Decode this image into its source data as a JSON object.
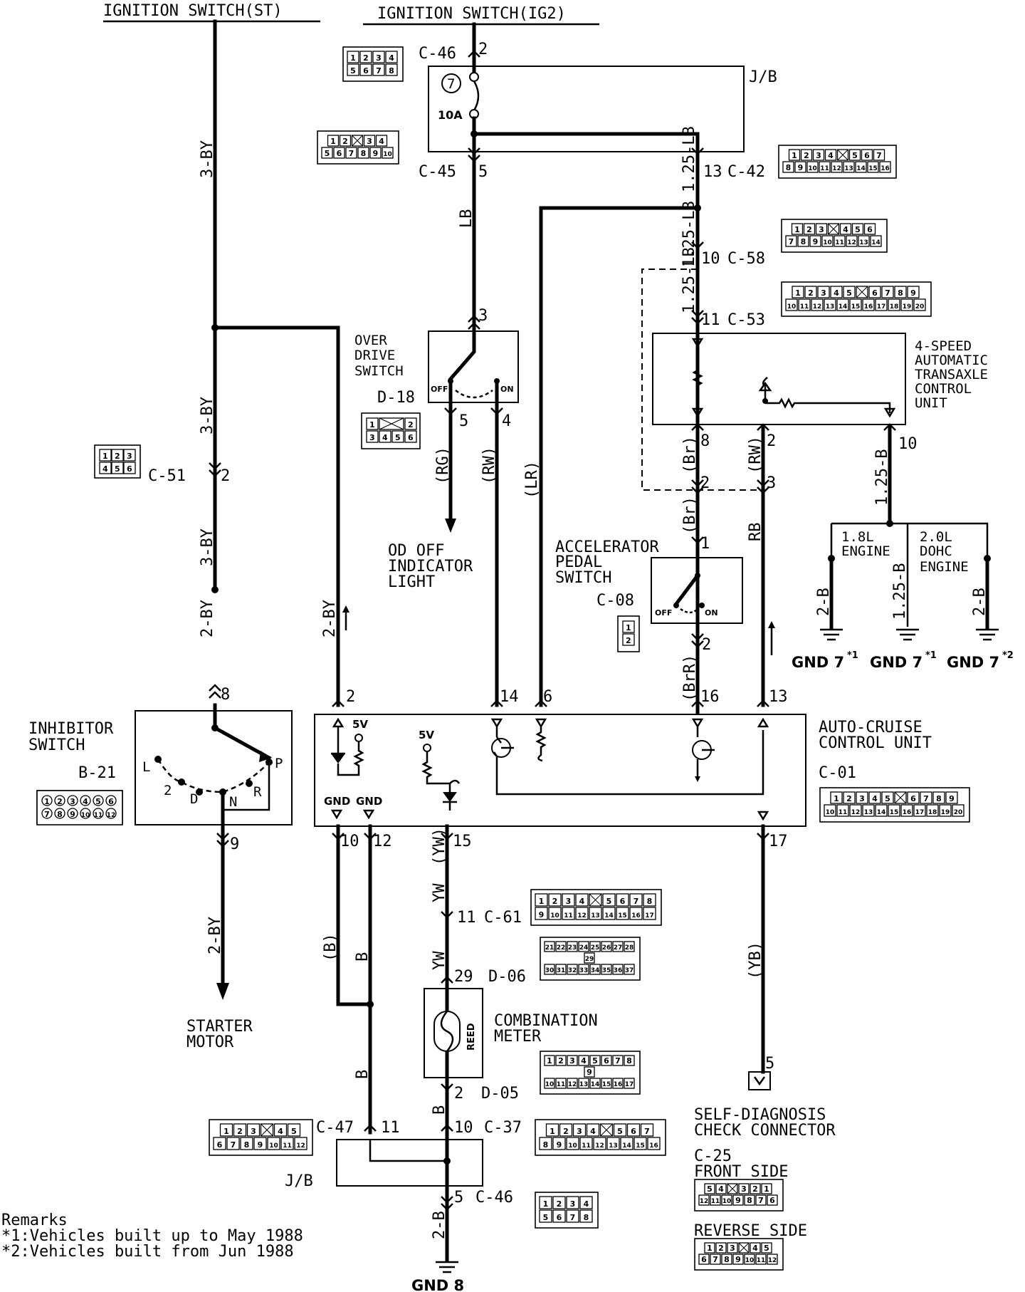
{
  "sources": {
    "ign_st": "IGNITION SWITCH(ST)",
    "ign_ig2": "IGNITION SWITCH(IG2)"
  },
  "junction_block": {
    "label": "J/B",
    "fuse_number": "7",
    "fuse_rating": "10A"
  },
  "connectors": {
    "c46_top": "C-46",
    "c45": "C-45",
    "c42": "C-42",
    "c58": "C-58",
    "c53": "C-53",
    "d18": "D-18",
    "c51": "C-51",
    "c08": "C-08",
    "b21": "B-21",
    "c01": "C-01",
    "c61": "C-61",
    "d06": "D-06",
    "d05": "D-05",
    "c47": "C-47",
    "c37": "C-37",
    "c46_bottom": "C-46",
    "c25": "C-25"
  },
  "pins": {
    "p2": "2",
    "p5": "5",
    "p13": "13",
    "p10": "10",
    "p11": "11",
    "p3": "3",
    "p4": "4",
    "p8": "8",
    "p1": "1",
    "p14": "14",
    "p6": "6",
    "p16": "16",
    "p12": "12",
    "p15": "15",
    "p17": "17",
    "p9": "9",
    "p29": "29"
  },
  "wires": {
    "by3": "3-BY",
    "by2": "2-BY",
    "lb": "LB",
    "lb125": "1.25-LB",
    "rg": "(RG)",
    "rw": "(RW)",
    "lr": "(LR)",
    "br": "(Br)",
    "brr": "(BrR)",
    "rb": "RB",
    "b125": "1.25-B",
    "b2": "2-B",
    "b": "B",
    "bp": "(B)",
    "yw": "YW",
    "ywp": "(YW)",
    "yb": "(YB)"
  },
  "components": {
    "od_switch": [
      "OVER",
      "DRIVE",
      "SWITCH"
    ],
    "od_light": [
      "OD OFF",
      "INDICATOR",
      "LIGHT"
    ],
    "tcu": [
      "4-SPEED",
      "AUTOMATIC",
      "TRANSAXLE",
      "CONTROL",
      "UNIT"
    ],
    "accel": [
      "ACCELERATOR",
      "PEDAL",
      "SWITCH"
    ],
    "inhibitor": [
      "INHIBITOR",
      "SWITCH"
    ],
    "acc_unit": [
      "AUTO-CRUISE",
      "CONTROL UNIT"
    ],
    "starter": [
      "STARTER",
      "MOTOR"
    ],
    "meter": [
      "COMBINATION",
      "METER"
    ],
    "self_diag": [
      "SELF-DIAGNOSIS",
      "CHECK CONNECTOR"
    ],
    "engine_18": [
      "1.8L",
      "ENGINE"
    ],
    "engine_20": [
      "2.0L",
      "DOHC",
      "ENGINE"
    ]
  },
  "switch_states": {
    "off": "OFF",
    "on": "ON"
  },
  "gear_positions": [
    "L",
    "2",
    "D",
    "N",
    "R",
    "P"
  ],
  "unit_labels": {
    "v5": "5V",
    "gnd": "GND",
    "reed": "REED"
  },
  "connector_sides": {
    "front": "FRONT SIDE",
    "reverse": "REVERSE SIDE"
  },
  "grounds": {
    "gnd7": "GND 7",
    "gnd8": "GND 8",
    "mark1": "*1",
    "mark2": "*2"
  },
  "remarks": {
    "title": "Remarks",
    "r1": "*1:Vehicles built up to May 1988",
    "r2": "*2:Vehicles built from Jun 1988"
  },
  "connector_faces": {
    "c46": [
      [
        "1",
        "2",
        "3",
        "4"
      ],
      [
        "5",
        "6",
        "7",
        "8"
      ]
    ],
    "c45": [
      [
        "1",
        "2",
        "",
        "3",
        "4"
      ],
      [
        "5",
        "6",
        "7",
        "8",
        "9",
        "10"
      ]
    ],
    "c42": [
      [
        "1",
        "2",
        "3",
        "4",
        "",
        "5",
        "6",
        "7"
      ],
      [
        "8",
        "9",
        "10",
        "11",
        "12",
        "13",
        "14",
        "15",
        "16"
      ]
    ],
    "c58": [
      [
        "1",
        "2",
        "3",
        "",
        "4",
        "5",
        "6"
      ],
      [
        "7",
        "8",
        "9",
        "10",
        "11",
        "12",
        "13",
        "14"
      ]
    ],
    "c53": [
      [
        "1",
        "2",
        "3",
        "4",
        "5",
        "",
        "6",
        "7",
        "8",
        "9"
      ],
      [
        "10",
        "11",
        "12",
        "13",
        "14",
        "15",
        "16",
        "17",
        "18",
        "19",
        "20"
      ]
    ],
    "d18": [
      [
        "1",
        "",
        "2"
      ],
      [
        "3",
        "4",
        "5",
        "6"
      ]
    ],
    "c51": [
      [
        "1",
        "2",
        "3"
      ],
      [
        "4",
        "5",
        "6"
      ]
    ],
    "c08": [
      [
        "1"
      ],
      [
        "2"
      ]
    ],
    "b21": [
      [
        "1",
        "2",
        "3",
        "4",
        "5",
        "6"
      ],
      [
        "7",
        "8",
        "9",
        "10",
        "11",
        "12"
      ]
    ],
    "c01": [
      [
        "1",
        "2",
        "3",
        "4",
        "5",
        "",
        "6",
        "7",
        "8",
        "9"
      ],
      [
        "10",
        "11",
        "12",
        "13",
        "14",
        "15",
        "16",
        "17",
        "18",
        "19",
        "20"
      ]
    ],
    "c61": [
      [
        "1",
        "2",
        "3",
        "4",
        "",
        "5",
        "6",
        "7",
        "8"
      ],
      [
        "9",
        "10",
        "11",
        "12",
        "13",
        "14",
        "15",
        "16",
        "17"
      ]
    ],
    "d06": [
      [
        "21",
        "22",
        "23",
        "24",
        "25",
        "26",
        "27",
        "28"
      ],
      [
        "29"
      ],
      [
        "30",
        "31",
        "32",
        "33",
        "34",
        "35",
        "36",
        "37"
      ]
    ],
    "d05": [
      [
        "1",
        "2",
        "3",
        "4",
        "5",
        "6",
        "7",
        "8"
      ],
      [
        "9"
      ],
      [
        "10",
        "11",
        "12",
        "13",
        "14",
        "15",
        "16",
        "17"
      ]
    ],
    "c47": [
      [
        "1",
        "2",
        "3",
        "",
        "4",
        "5"
      ],
      [
        "6",
        "7",
        "8",
        "9",
        "10",
        "11",
        "12"
      ]
    ],
    "c37": [
      [
        "1",
        "2",
        "3",
        "4",
        "",
        "5",
        "6",
        "7"
      ],
      [
        "8",
        "9",
        "10",
        "11",
        "12",
        "13",
        "14",
        "15",
        "16"
      ]
    ],
    "c46b": [
      [
        "1",
        "2",
        "3",
        "4"
      ],
      [
        "5",
        "6",
        "7",
        "8"
      ]
    ],
    "c25f": [
      [
        "5",
        "4",
        "",
        "3",
        "2",
        "1"
      ],
      [
        "12",
        "11",
        "10",
        "9",
        "8",
        "7",
        "6"
      ]
    ],
    "c25r": [
      [
        "1",
        "2",
        "3",
        "",
        "4",
        "5"
      ],
      [
        "6",
        "7",
        "8",
        "9",
        "10",
        "11",
        "12"
      ]
    ]
  }
}
